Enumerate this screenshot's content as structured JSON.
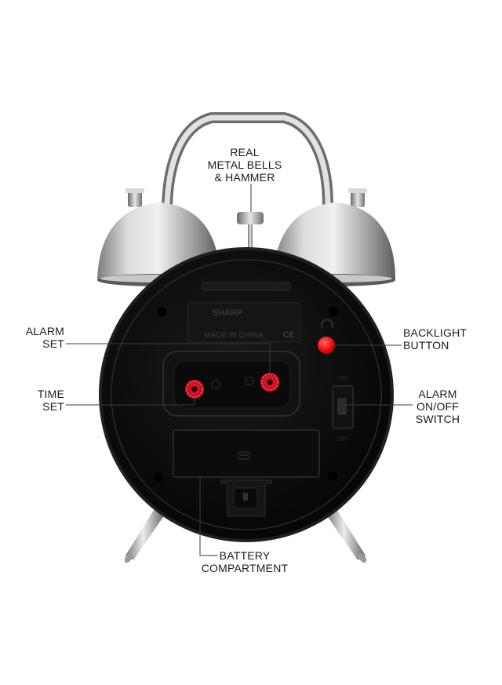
{
  "product": {
    "brand_plate": "SHARP",
    "origin_plate": "MADE IN CHINA",
    "ce_mark": "CE"
  },
  "labels": {
    "bells": [
      "REAL",
      "METAL BELLS",
      "& HAMMER"
    ],
    "alarm_set": [
      "ALARM",
      "SET"
    ],
    "time_set": [
      "TIME",
      "SET"
    ],
    "backlight": [
      "BACKLIGHT",
      "BUTTON"
    ],
    "alarm_switch": [
      "ALARM",
      "ON/OFF",
      "SWITCH"
    ],
    "battery": [
      "BATTERY",
      "COMPARTMENT"
    ]
  },
  "colors": {
    "body": "#0e0e0e",
    "rim": "#1c1c1c",
    "chrome_light": "#e4e4e4",
    "chrome_dark": "#6c6c6c",
    "knob_red": "#e0182a",
    "backlight_red": "#ff1a1a",
    "leader_line": "#333333"
  }
}
